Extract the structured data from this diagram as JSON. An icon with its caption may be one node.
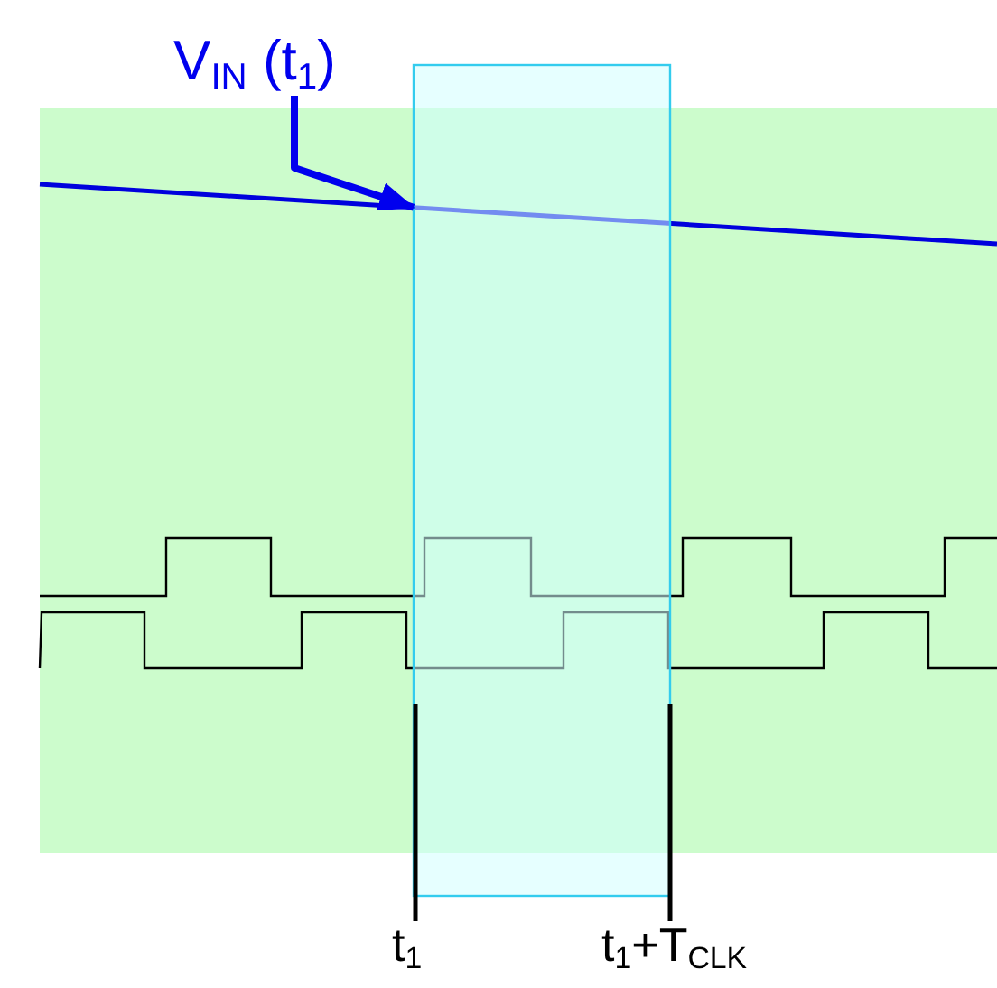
{
  "diagram": {
    "nodes": [
      {
        "text": [
          "V$_{IN}$ (t$_{1}$)"
        ]
      },
      {
        "text": [],
        "shape": "line"
      }
    ],
    "edges": [
      {
        "from": 0,
        "to": 1,
        "arrow": "to"
      }
    ],
    "labels": [
      "t$_{1}$",
      "t$_{1}$+T$_{CLK}$"
    ]
  }
}
